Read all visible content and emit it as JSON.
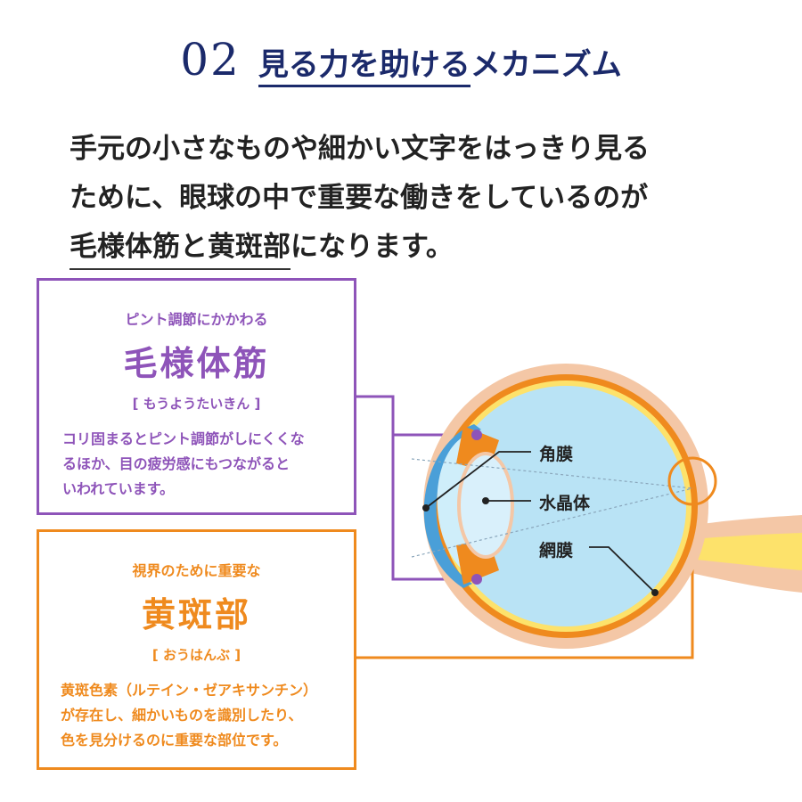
{
  "header": {
    "number": "02",
    "title_underlined": "見る力を助ける",
    "title_rest": "メカニズム"
  },
  "intro": {
    "line1": "手元の小さなものや細かい文字をはっきり見る",
    "line2": "ために、眼球の中で重要な働きをしているのが",
    "line3_underlined": "毛様体筋と黄斑部",
    "line3_rest": "になります。"
  },
  "ciliary": {
    "subtitle": "ピント調節にかかわる",
    "name": "毛様体筋",
    "reading": "[ もうようたいきん ]",
    "desc1": "コリ固まるとピント調節がしにくくな",
    "desc2": "るほか、目の疲労感にもつながると",
    "desc3": "いわれています。"
  },
  "macula": {
    "subtitle": "視界のために重要な",
    "name": "黄斑部",
    "reading": "[ おうはんぶ ]",
    "desc1": "黄斑色素（ルテイン・ゼアキサンチン）",
    "desc2": "が存在し、細かいものを識別したり、",
    "desc3": "色を見分けるのに重要な部位です。"
  },
  "labels": {
    "cornea": "角膜",
    "lens": "水晶体",
    "retina": "網膜"
  },
  "colors": {
    "navy": "#1b2a6b",
    "purple": "#8e54b9",
    "orange": "#ef8a1e",
    "eye_fluid": "#b9e3f5",
    "sclera": "#f4c7a6",
    "retina_yellow": "#fde26b"
  }
}
